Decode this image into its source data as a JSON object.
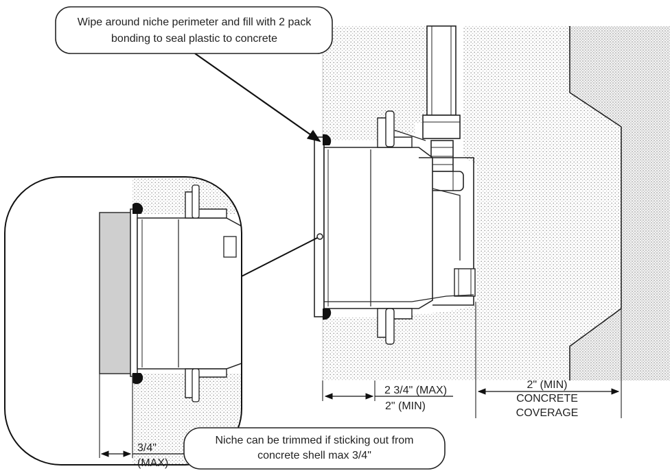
{
  "callouts": {
    "top_note_line1": "Wipe around niche perimeter and fill with 2 pack",
    "top_note_line2": "bonding to seal plastic to concrete",
    "bottom_note_line1": "Niche can be trimmed if sticking out from",
    "bottom_note_line2": "concrete shell max 3/4\""
  },
  "dimensions": {
    "max_depth": "2 3/4\" (MAX)",
    "min_depth": "2\" (MIN)",
    "coverage_line1": "2\" (MIN)",
    "coverage_line2": "CONCRETE",
    "coverage_line3": "COVERAGE",
    "trim_value": "3/4\"",
    "trim_qualifier": "(MAX)"
  }
}
